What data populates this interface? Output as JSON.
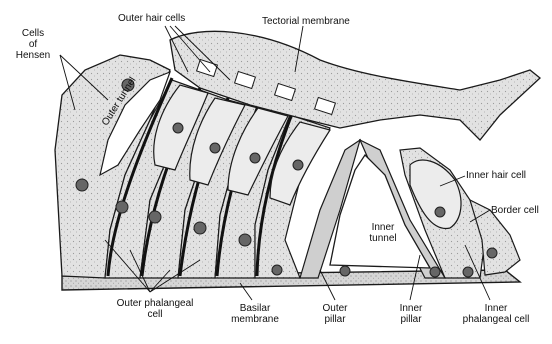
{
  "labels": {
    "cells_of_hensen_1": "Cells",
    "cells_of_hensen_2": "of",
    "cells_of_hensen_3": "Hensen",
    "outer_hair_cells": "Outer hair cells",
    "tectorial_membrane": "Tectorial membrane",
    "outer_tunnel": "Outer tunnel",
    "inner_hair_cell": "Inner hair cell",
    "border_cell": "Border cell",
    "inner_tunnel_1": "Inner",
    "inner_tunnel_2": "tunnel",
    "outer_phalangeal_1": "Outer phalangeal",
    "outer_phalangeal_2": "cell",
    "basilar_1": "Basilar",
    "basilar_2": "membrane",
    "outer_pillar_1": "Outer",
    "outer_pillar_2": "pillar",
    "inner_pillar_1": "Inner",
    "inner_pillar_2": "pillar",
    "inner_phalangeal_1": "Inner",
    "inner_phalangeal_2": "phalangeal cell"
  },
  "colors": {
    "tissue": "#dcdcdc",
    "cell_fill": "#e6e6e6",
    "outline": "#1a1a1a",
    "nucleus": "#555555",
    "tunnel": "#ffffff"
  }
}
